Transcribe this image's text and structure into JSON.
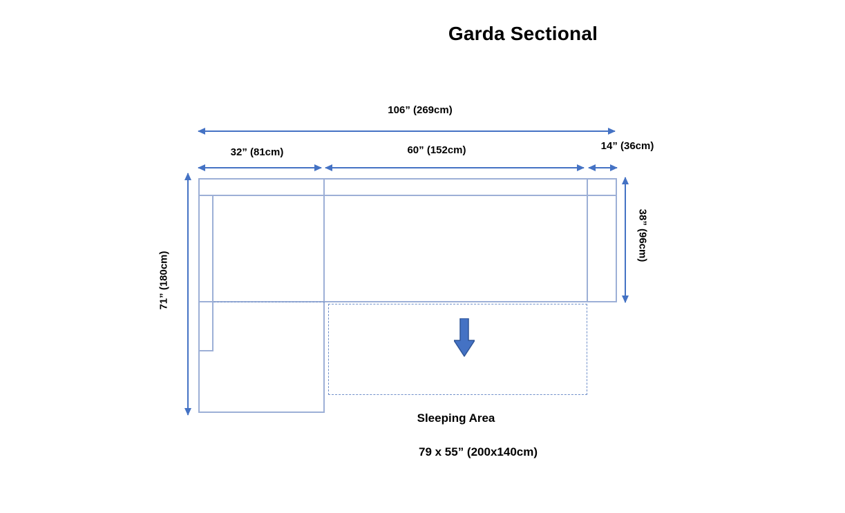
{
  "title": "Garda Sectional",
  "dimensions": {
    "total_width": "106” (269cm)",
    "chaise_width": "32” (81cm)",
    "seat_width": "60” (152cm)",
    "arm_width": "14” (36cm)",
    "total_depth": "71” (180cm)",
    "body_depth": "38” (96cm)"
  },
  "sleeping_area": {
    "label": "Sleeping Area",
    "size_label": "79 x 55” (200x140cm)"
  },
  "colors": {
    "dimension": "#4472c4",
    "outline": "#9cafd6",
    "dashed": "#6f8fc9",
    "arrow_fill": "#4472c4",
    "arrow_stroke": "#2f5597",
    "text": "#000000"
  }
}
